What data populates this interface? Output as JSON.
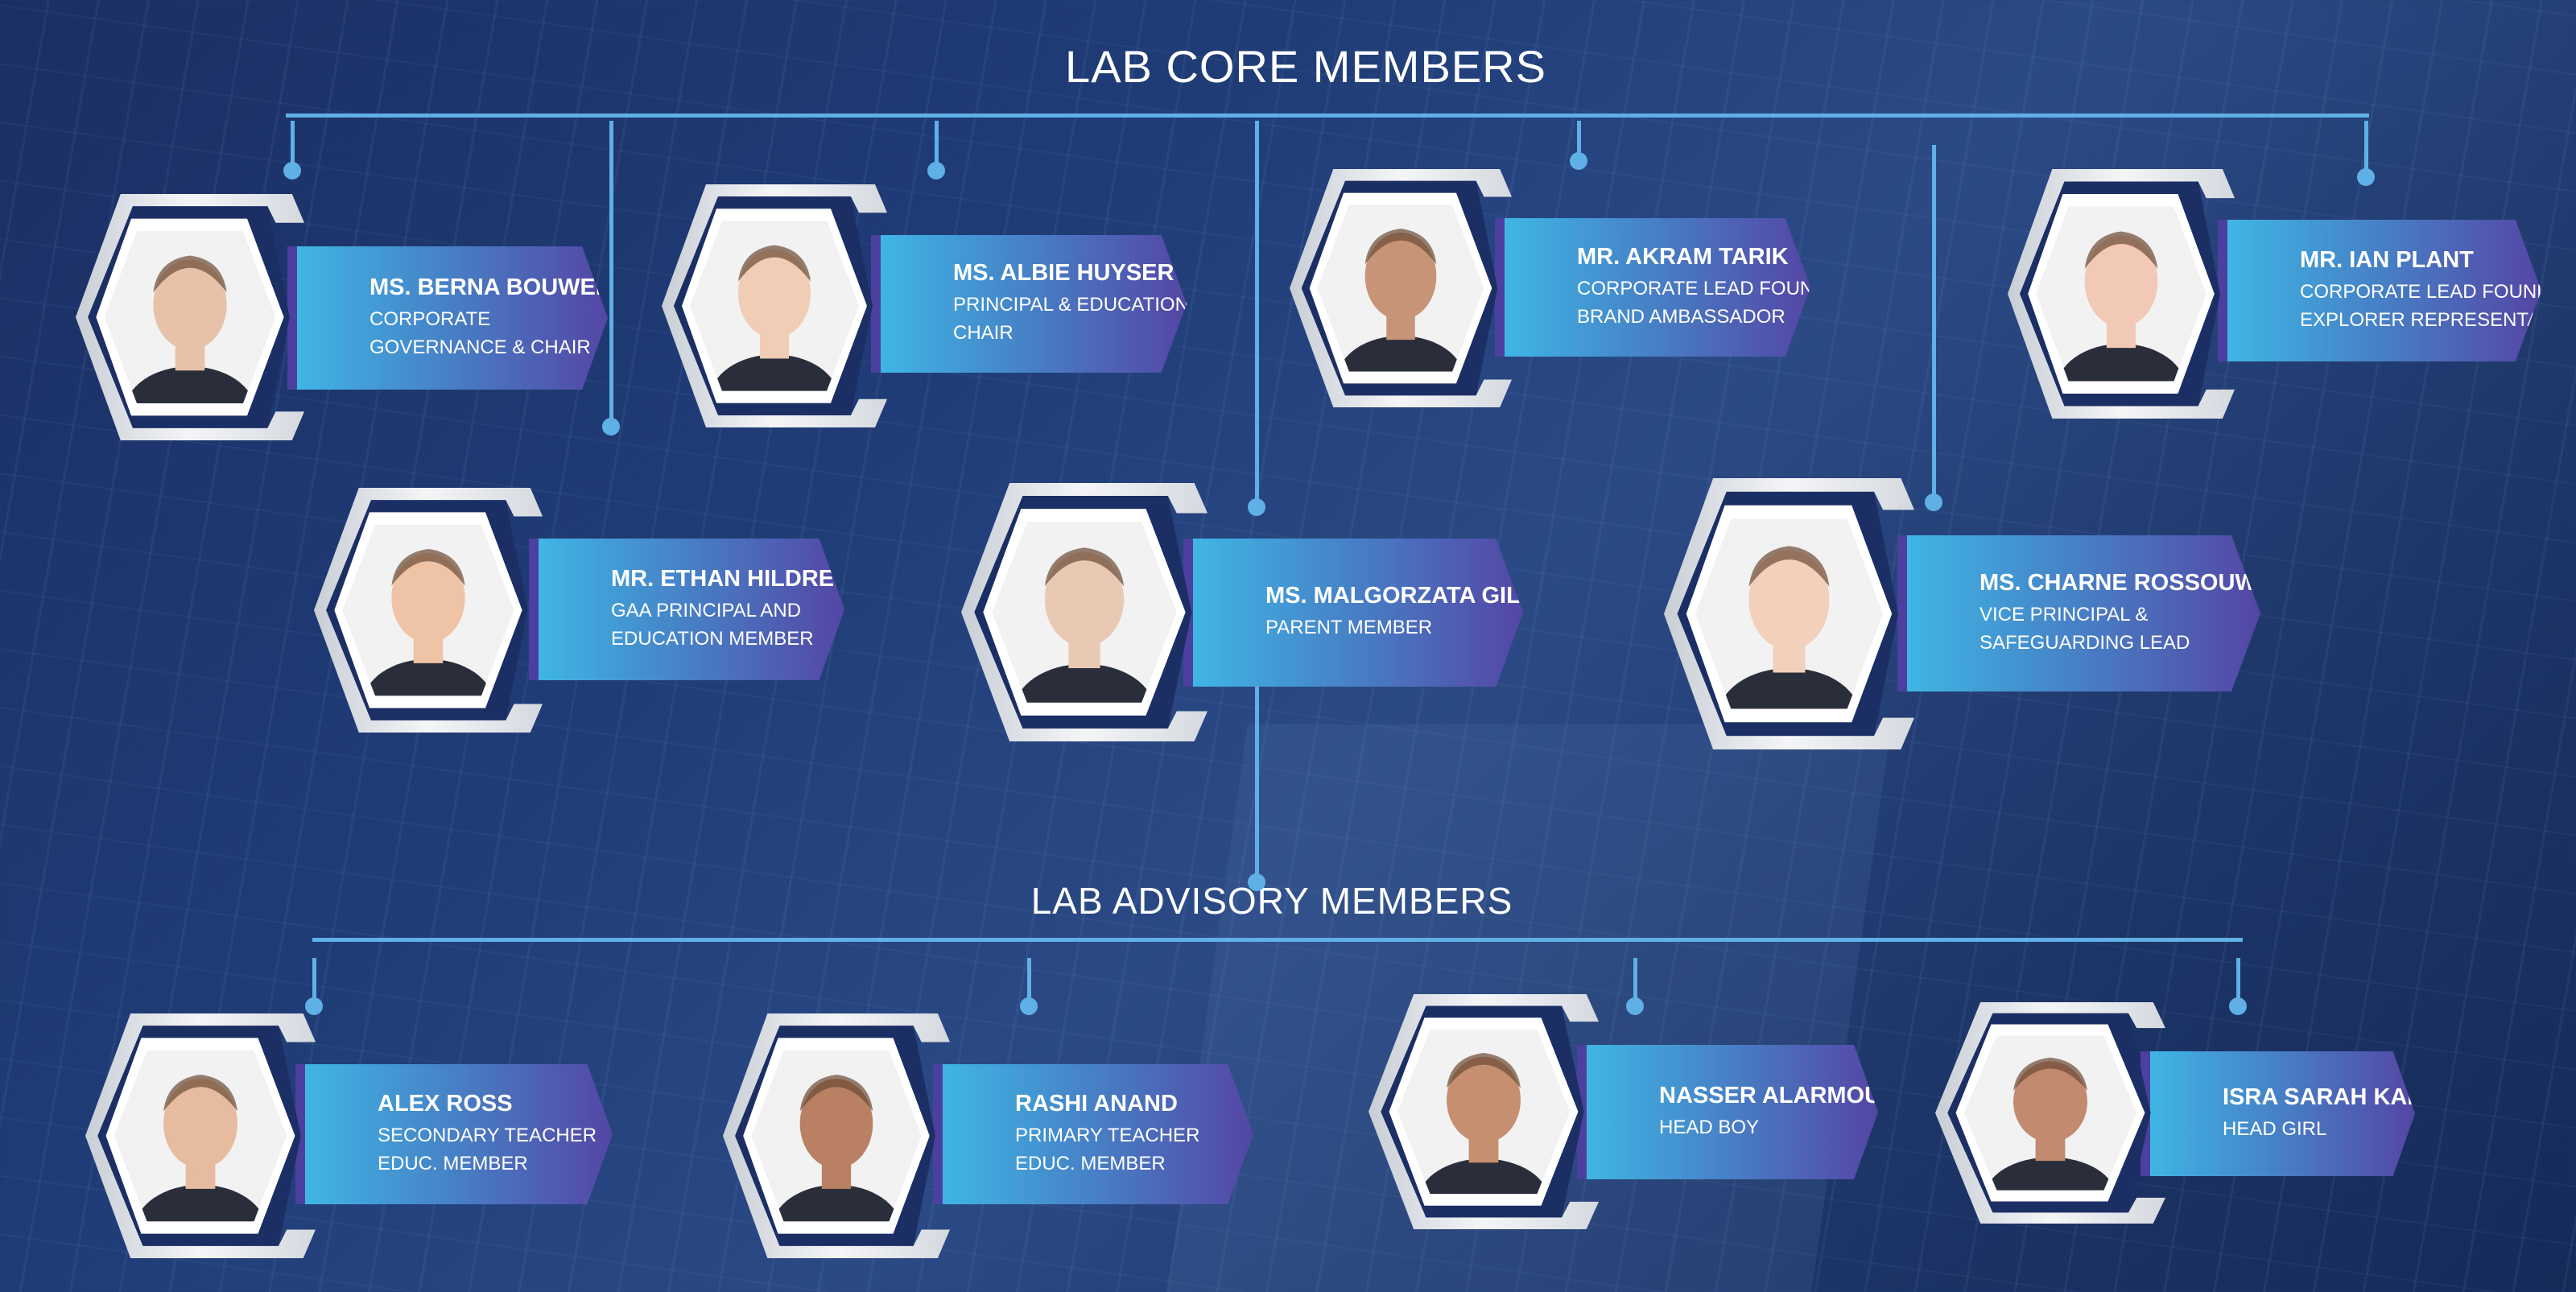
{
  "core_title": "LAB CORE MEMBERS",
  "advisory_title": "LAB ADVISORY MEMBERS",
  "colors": {
    "connector": "#5fb0e6",
    "banner_start": "#3fb6e4",
    "banner_end": "#5446a4",
    "background": "#1f3a74"
  },
  "core_members": [
    {
      "name": "MS. BERNA BOUWER",
      "role_lines": [
        "CORPORATE",
        "GOVERNANCE & CHAIR"
      ]
    },
    {
      "name": "MS. ALBIE HUYSER",
      "role_lines": [
        "PRINCIPAL & EDUCATIONAL",
        "CHAIR"
      ]
    },
    {
      "name": "MR. AKRAM TARIK",
      "role_lines": [
        "CORPORATE LEAD FOUNDERS",
        "BRAND AMBASSADOR"
      ]
    },
    {
      "name": "MR. IAN PLANT",
      "role_lines": [
        "CORPORATE LEAD FOUNDERS",
        "EXPLORER REPRESENTATIVE"
      ]
    },
    {
      "name": "MR. ETHAN  HILDRETH",
      "role_lines": [
        "GAA PRINCIPAL AND",
        "EDUCATION MEMBER"
      ]
    },
    {
      "name": "MS. MALGORZATA GILANI",
      "role_lines": [
        "PARENT MEMBER"
      ]
    },
    {
      "name": "MS. CHARNE ROSSOUW",
      "role_lines": [
        "VICE PRINCIPAL &",
        "SAFEGUARDING LEAD"
      ]
    }
  ],
  "advisory_members": [
    {
      "name": "ALEX ROSS",
      "role_lines": [
        "SECONDARY TEACHER",
        "EDUC. MEMBER"
      ]
    },
    {
      "name": "RASHI ANAND",
      "role_lines": [
        "PRIMARY  TEACHER",
        "EDUC. MEMBER"
      ]
    },
    {
      "name": "NASSER ALARMOUTY",
      "role_lines": [
        "HEAD BOY"
      ]
    },
    {
      "name": "ISRA SARAH KADAR",
      "role_lines": [
        "HEAD GIRL"
      ]
    }
  ]
}
